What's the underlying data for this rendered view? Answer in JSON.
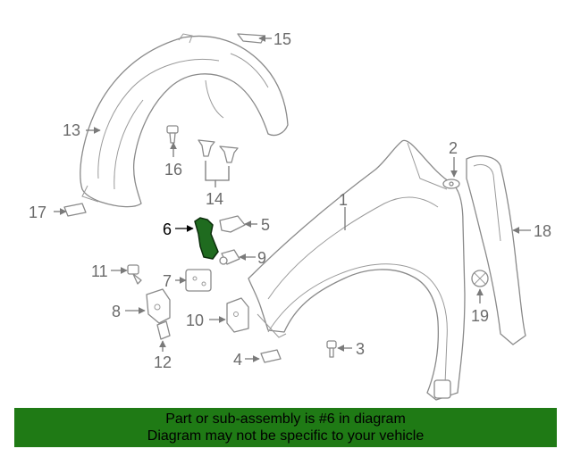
{
  "callouts": {
    "c1": "1",
    "c2": "2",
    "c3": "3",
    "c4": "4",
    "c5": "5",
    "c6": "6",
    "c7": "7",
    "c8": "8",
    "c9": "9",
    "c10": "10",
    "c11": "11",
    "c12": "12",
    "c13": "13",
    "c14": "14",
    "c15": "15",
    "c16": "16",
    "c17": "17",
    "c18": "18",
    "c19": "19"
  },
  "highlight_part": "6",
  "colors": {
    "highlight_fill": "#1f6b1f",
    "banner_bg": "#1f7a15",
    "line_gray": "#8a8a8a"
  },
  "banner": {
    "line1": "Part or sub-assembly is #6 in diagram",
    "line2": "Diagram may not be specific to your vehicle"
  }
}
